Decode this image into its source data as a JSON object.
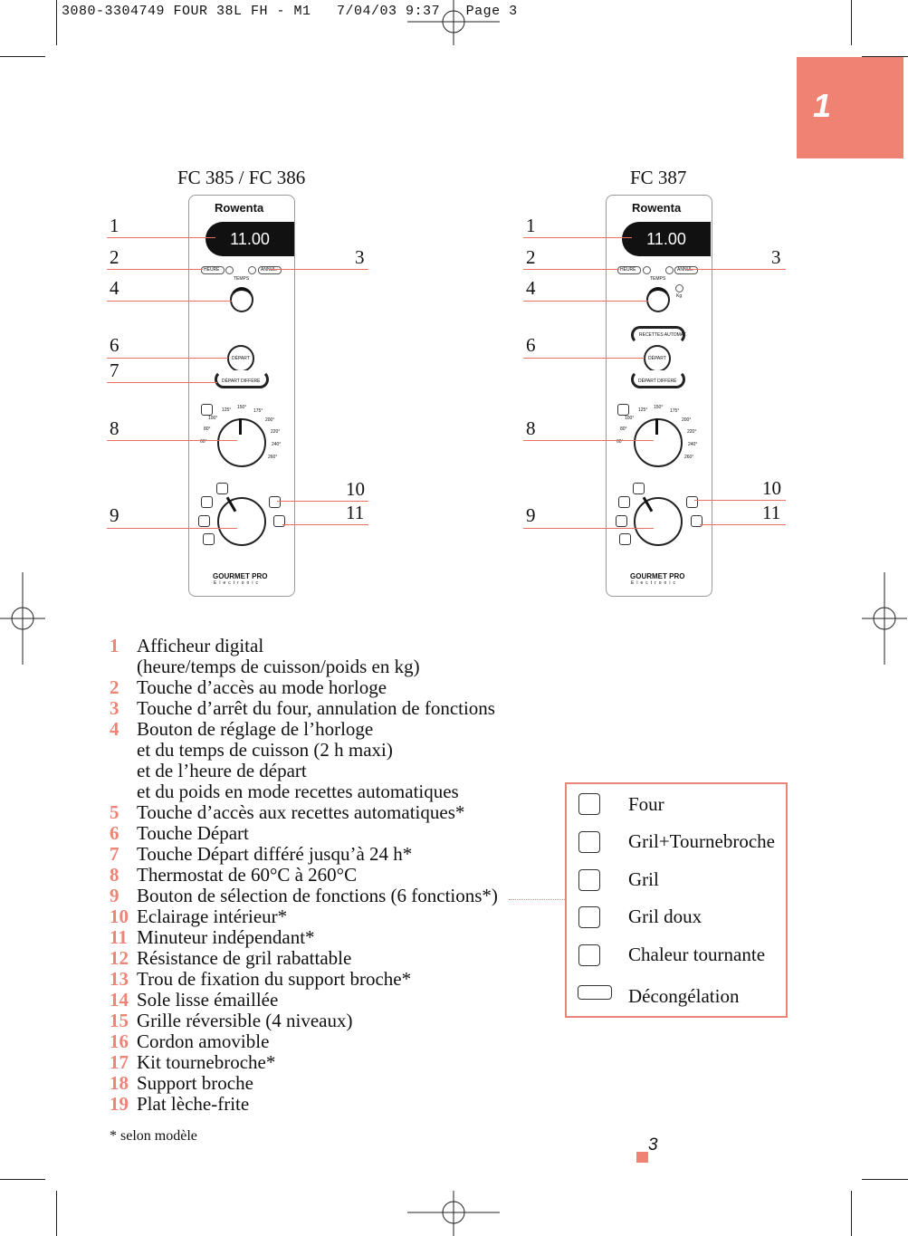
{
  "print_header": "3080-3304749 FOUR 38L FH - M1   7/04/03 9:37   Page 3",
  "chapter_number": "1",
  "panels": [
    {
      "model": "FC 385 / FC 386",
      "brand": "Rowenta",
      "display": "11.00",
      "btn_left": "HEURE",
      "btn_right": "ANNUL.",
      "knob_label": "TEMPS",
      "start_button": "DÉPART",
      "delayed_start": "DÉPART DIFFÉRÉ",
      "footer_logo": "GOURMET PRO",
      "footer_sub": "Electronic",
      "callouts_left": [
        "1",
        "2",
        "4",
        "6",
        "7",
        "8",
        "9"
      ],
      "callouts_right": [
        "3",
        "10",
        "11"
      ]
    },
    {
      "model": "FC 387",
      "brand": "Rowenta",
      "display": "11.00",
      "btn_left": "HEURE",
      "btn_right": "ANNUL.",
      "knob_label": "TEMPS",
      "kg_label": "Kg",
      "recipe_button": "RECETTES AUTOMAT.",
      "start_button": "DÉPART",
      "delayed_start": "DÉPART DIFFÉRÉ",
      "footer_logo": "GOURMET PRO",
      "footer_sub": "Electronic",
      "callouts_left": [
        "1",
        "2",
        "4",
        "6",
        "8",
        "9"
      ],
      "callouts_right": [
        "3",
        "10",
        "11"
      ]
    }
  ],
  "thermostat_marks": [
    "60°",
    "80°",
    "100°",
    "125°",
    "150°",
    "175°",
    "200°",
    "220°",
    "240°",
    "260°"
  ],
  "legend": [
    {
      "num": "1",
      "text": "Afficheur digital"
    },
    {
      "num": "",
      "text": "(heure/temps de cuisson/poids en kg)"
    },
    {
      "num": "2",
      "text": "Touche d’accès au mode horloge"
    },
    {
      "num": "3",
      "text": "Touche d’arrêt du four, annulation de fonctions"
    },
    {
      "num": "4",
      "text": "Bouton de réglage de l’horloge"
    },
    {
      "num": "",
      "text": "et du temps de cuisson (2 h maxi)"
    },
    {
      "num": "",
      "text": "et de l’heure de départ"
    },
    {
      "num": "",
      "text": "et du poids en mode recettes automatiques"
    },
    {
      "num": "5",
      "text": "Touche d’accès aux recettes automatiques*"
    },
    {
      "num": "6",
      "text": "Touche Départ"
    },
    {
      "num": "7",
      "text": "Touche Départ différé jusqu’à 24 h*"
    },
    {
      "num": "8",
      "text": "Thermostat de 60°C à 260°C"
    },
    {
      "num": "9",
      "text": "Bouton de sélection de fonctions (6 fonctions*)"
    },
    {
      "num": "10",
      "text": "Eclairage intérieur*"
    },
    {
      "num": "11",
      "text": "Minuteur indépendant*"
    },
    {
      "num": "12",
      "text": "Résistance de gril rabattable"
    },
    {
      "num": "13",
      "text": "Trou de fixation du support broche*"
    },
    {
      "num": "14",
      "text": "Sole lisse émaillée"
    },
    {
      "num": "15",
      "text": "Grille réversible (4 niveaux)"
    },
    {
      "num": "16",
      "text": "Cordon amovible"
    },
    {
      "num": "17",
      "text": "Kit tournebroche*"
    },
    {
      "num": "18",
      "text": "Support broche"
    },
    {
      "num": "19",
      "text": "Plat lèche-frite"
    }
  ],
  "functions": [
    {
      "icon": "four-icon",
      "label": "Four"
    },
    {
      "icon": "gril-tournebroche-icon",
      "label": "Gril+Tournebroche"
    },
    {
      "icon": "gril-icon",
      "label": "Gril"
    },
    {
      "icon": "gril-doux-icon",
      "label": "Gril doux"
    },
    {
      "icon": "chaleur-tournante-icon",
      "label": "Chaleur tournante"
    },
    {
      "icon": "decongelation-icon",
      "label": "Décongélation"
    }
  ],
  "footnote": "* selon modèle",
  "page_number": "3",
  "colors": {
    "accent": "#ef8272",
    "callout_line": "#e86f63",
    "box_border": "#e8857a"
  }
}
